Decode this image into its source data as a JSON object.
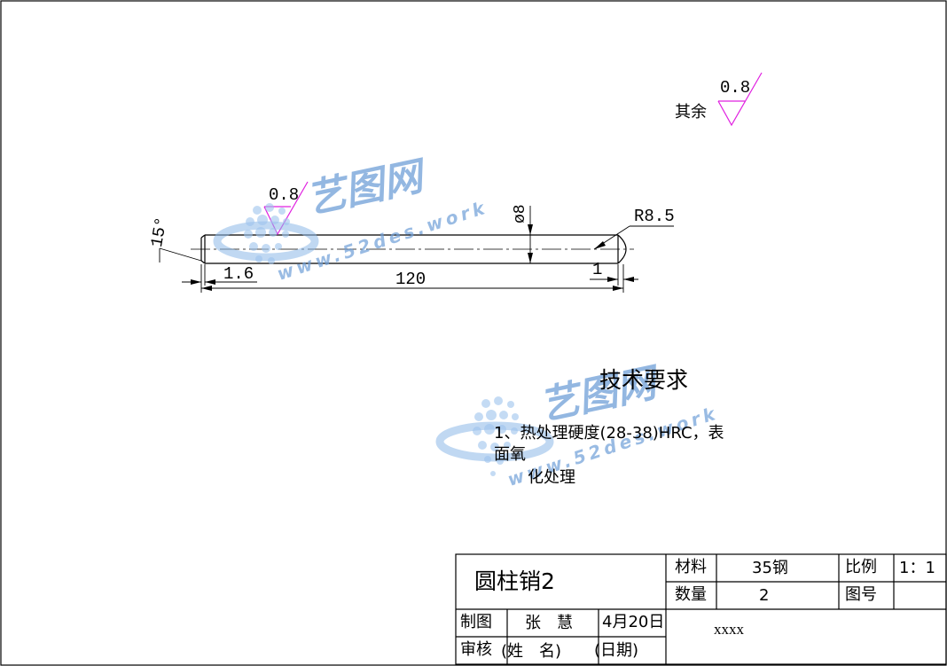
{
  "drawing": {
    "dim_surface_main": "0.8",
    "dim_angle": "15°",
    "dim_diameter": "ø8",
    "dim_radius": "R8.5",
    "dim_chamfer": "1.6",
    "dim_length": "120",
    "dim_end": "1"
  },
  "surface_note": {
    "label": "其余",
    "value": "0.8"
  },
  "tech_req": {
    "title": "技术要求",
    "line1": "1、热处理硬度(28-38)HRC，表",
    "line2": "面氧",
    "line3": "化处理"
  },
  "title_block": {
    "part_name": "圆柱销2",
    "material_label": "材料",
    "material_value": "35钢",
    "scale_label": "比例",
    "scale_value": "1：1",
    "qty_label": "数量",
    "qty_value": "2",
    "drawing_no_label": "图号",
    "drawer_label": "制图",
    "drawer_name": "张　慧",
    "drawer_date": "4月20日",
    "reviewer_label": "审核",
    "reviewer_name": "(姓　名)",
    "reviewer_date": "(日期)",
    "company": "xxxx"
  },
  "watermark": {
    "brand": "艺图网",
    "url": "www.52des.work"
  }
}
